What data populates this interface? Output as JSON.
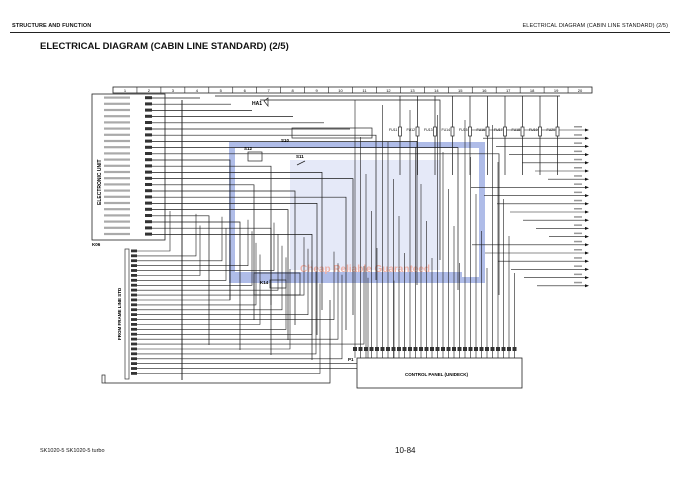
{
  "header": {
    "section": "STRUCTURE AND FUNCTION",
    "right_title": "ELECTRICAL DIAGRAM (CABIN LINE  STANDARD) (2/5)"
  },
  "title": "ELECTRICAL DIAGRAM (CABIN LINE  STANDARD) (2/5)",
  "columns": [
    "1",
    "2",
    "3",
    "4",
    "5",
    "6",
    "7",
    "8",
    "9",
    "10",
    "11",
    "12",
    "13",
    "14",
    "15",
    "16",
    "17",
    "18",
    "19",
    "20"
  ],
  "components": {
    "electronic_unit": "ELECTRONIC UNIT",
    "electronic_unit_ref": "K06",
    "horn": "HA1",
    "s12": "S12",
    "s11": "S11",
    "s10": "S10",
    "relay": "K14",
    "frame_line": "FROM FRAME LINE STD",
    "control_panel": "CONTROL PANEL (UNIDECK)",
    "control_panel_ref": "P1",
    "fuses": [
      "FU11",
      "FU12",
      "FU13",
      "FU14",
      "FU15",
      "FU16",
      "FU17",
      "FU18",
      "FU19",
      "FU20"
    ]
  },
  "watermark": "Cheap Reliable Guaranteed",
  "footer": {
    "model": "SK1020-5  SK1020-5 turbo",
    "page": "10-84"
  },
  "colors": {
    "line": "#1a1a1a",
    "watermark_blue": "#6f86d6",
    "watermark_red": "#e07060"
  }
}
